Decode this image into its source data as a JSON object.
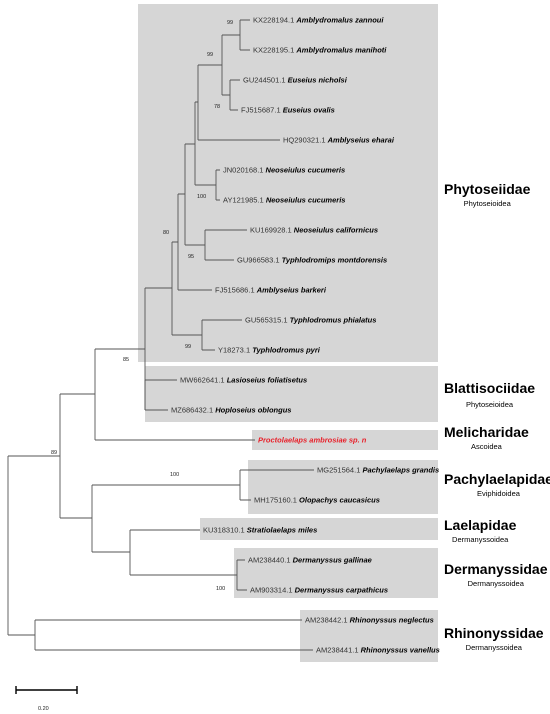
{
  "colors": {
    "box": "#d6d6d6",
    "highlight": "#e8202a",
    "branch": "#555555"
  },
  "leaves": [
    {
      "acc": "KX228194.1",
      "species": "Amblydromalus zannoui"
    },
    {
      "acc": "KX228195.1",
      "species": "Amblydromalus manihoti"
    },
    {
      "acc": "GU244501.1",
      "species": "Euseius nicholsi"
    },
    {
      "acc": "FJ515687.1",
      "species": "Euseius ovalis"
    },
    {
      "acc": "HQ290321.1",
      "species": "Amblyseius eharai"
    },
    {
      "acc": "JN020168.1",
      "species": "Neoseiulus cucumeris"
    },
    {
      "acc": "AY121985.1",
      "species": "Neoseiulus cucumeris"
    },
    {
      "acc": "KU169928.1",
      "species": "Neoseiulus californicus"
    },
    {
      "acc": "GU966583.1",
      "species": "Typhlodromips montdorensis"
    },
    {
      "acc": "FJ515686.1",
      "species": "Amblyseius barkeri"
    },
    {
      "acc": "GU565315.1",
      "species": "Typhlodromus phialatus"
    },
    {
      "acc": "Y18273.1",
      "species": "Typhlodromus pyri"
    },
    {
      "acc": "MW662641.1",
      "species": "Lasioseius foliatisetus"
    },
    {
      "acc": "MZ686432.1",
      "species": "Hoploseius oblongus"
    },
    {
      "acc": "",
      "species": "Proctolaelaps ambrosiae sp. n",
      "highlight": true
    },
    {
      "acc": "MG251564.1",
      "species": "Pachylaelaps grandis"
    },
    {
      "acc": "MH175160.1",
      "species": "Olopachys caucasicus"
    },
    {
      "acc": "KU318310.1",
      "species": "Stratiolaelaps miles"
    },
    {
      "acc": "AM238440.1",
      "species": "Dermanyssus gallinae"
    },
    {
      "acc": "AM903314.1",
      "species": "Dermanyssus carpathicus"
    },
    {
      "acc": "AM238442.1",
      "species": "Rhinonyssus neglectus"
    },
    {
      "acc": "AM238441.1",
      "species": "Rhinonyssus vanellus"
    }
  ],
  "bootstrap": [
    "99",
    "99",
    "78",
    "100",
    "95",
    "80",
    "99",
    "85",
    "100",
    "100",
    "89"
  ],
  "families": [
    {
      "name": "Phytoseiidae",
      "superfamily": "Phytoseioidea"
    },
    {
      "name": "Blattisociidae",
      "superfamily": "Phytoseioidea"
    },
    {
      "name": "Melicharidae",
      "superfamily": "Ascoidea"
    },
    {
      "name": "Pachylaelapidae",
      "superfamily": "Eviphidoidea"
    },
    {
      "name": "Laelapidae",
      "superfamily": "Dermanyssoidea"
    },
    {
      "name": "Dermanyssidae",
      "superfamily": "Dermanyssoidea"
    },
    {
      "name": "Rhinonyssidae",
      "superfamily": "Dermanyssoidea"
    }
  ],
  "scale": {
    "label": "0.20"
  }
}
